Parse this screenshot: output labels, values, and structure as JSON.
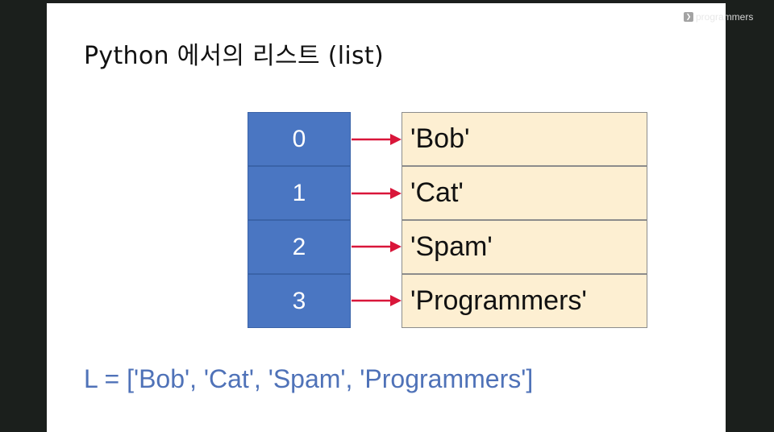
{
  "watermark": {
    "logo": "❯",
    "text": "programmers"
  },
  "slide": {
    "title": "Python 에서의 리스트 (list)"
  },
  "diagram": {
    "rows": [
      {
        "index": "0",
        "value": "'Bob'"
      },
      {
        "index": "1",
        "value": "'Cat'"
      },
      {
        "index": "2",
        "value": "'Spam'"
      },
      {
        "index": "3",
        "value": "'Programmers'"
      }
    ],
    "colors": {
      "index_fill": "#4a76c2",
      "value_fill": "#fdefd2",
      "arrow": "#d9163a",
      "code_text": "#4f72b8"
    },
    "icons": {
      "connector": "right-arrow-icon"
    }
  },
  "code": {
    "line": "L = ['Bob', 'Cat', 'Spam', 'Programmers']"
  }
}
